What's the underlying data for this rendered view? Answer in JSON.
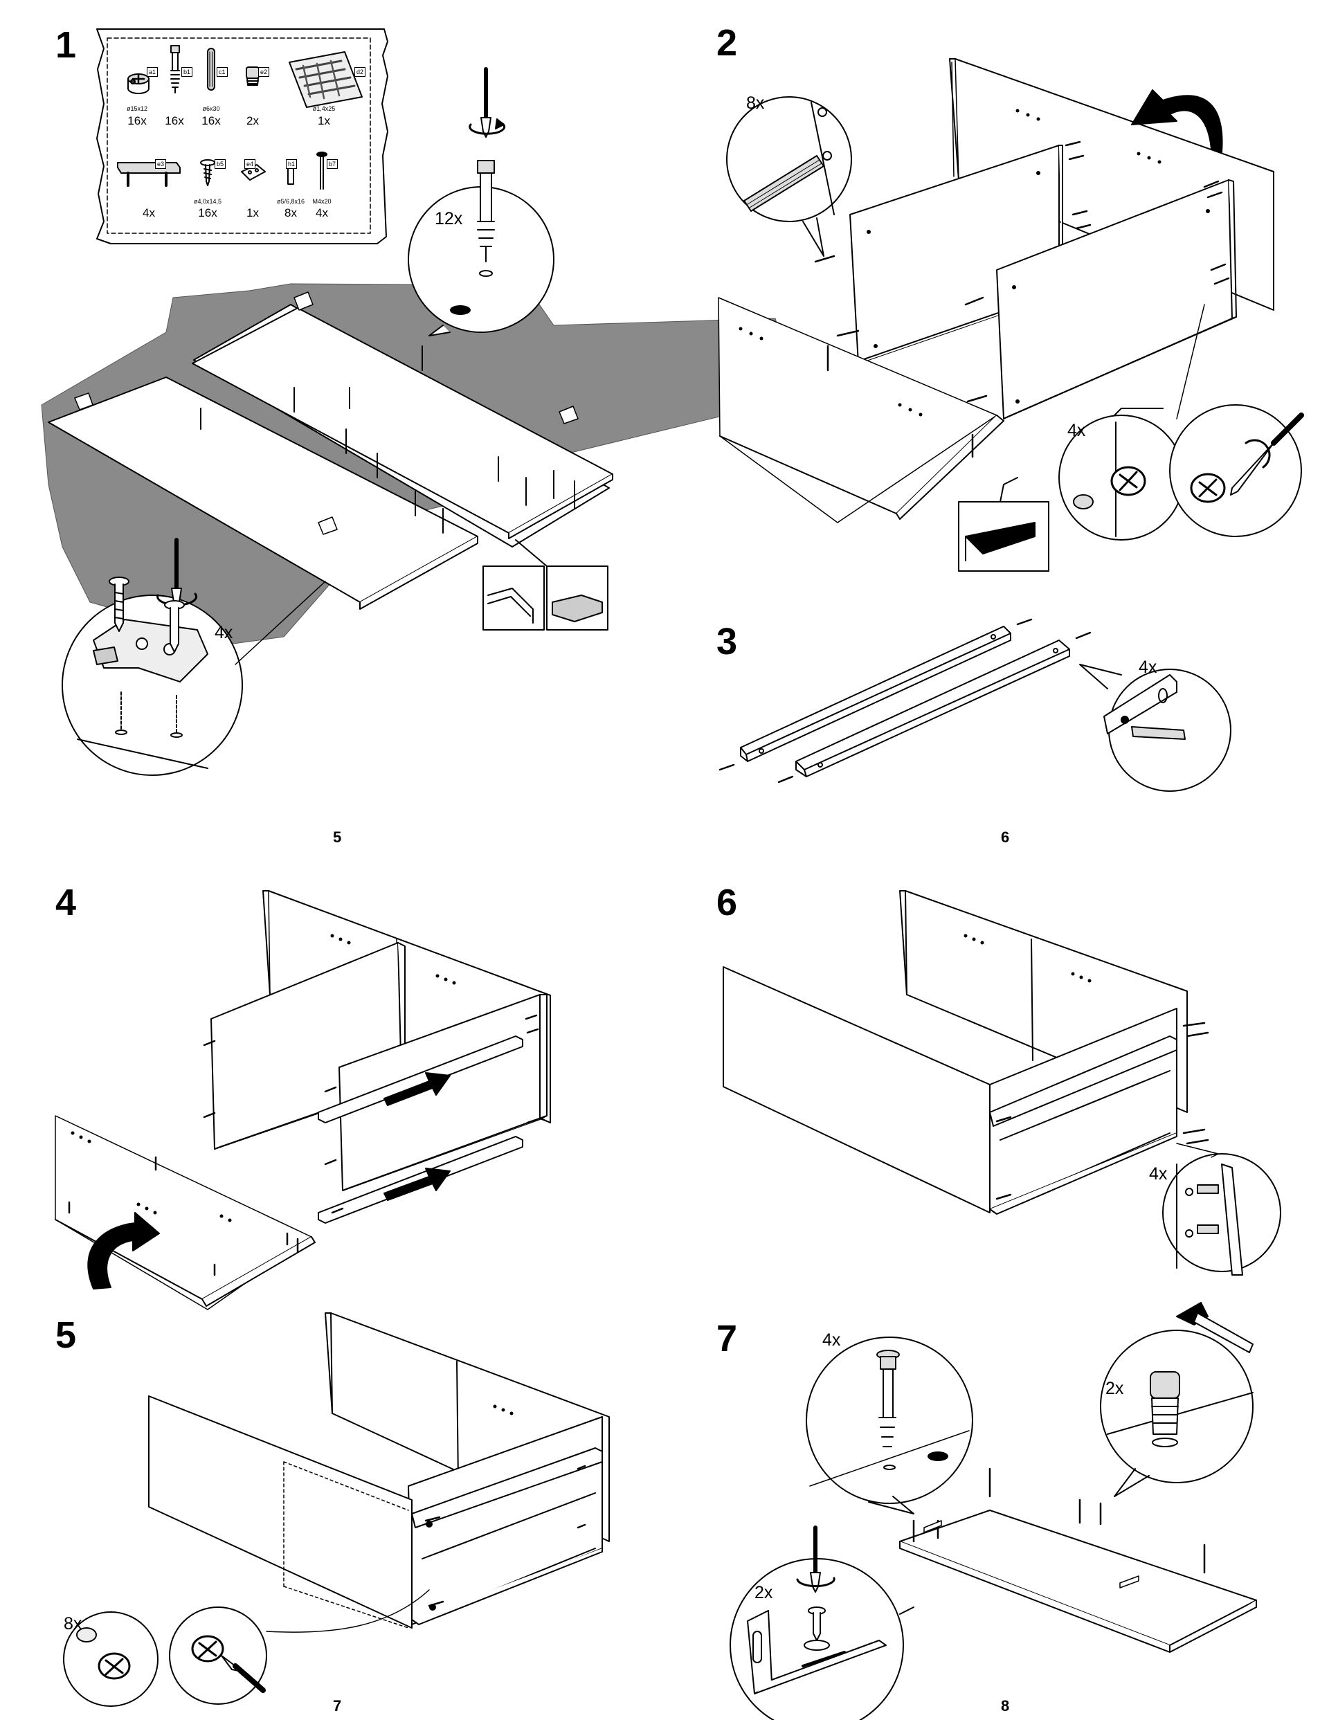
{
  "pages": [
    {
      "number": "5"
    },
    {
      "number": "6"
    },
    {
      "number": "7"
    },
    {
      "number": "8"
    }
  ],
  "steps": [
    {
      "number": "1"
    },
    {
      "number": "2"
    },
    {
      "number": "3"
    },
    {
      "number": "4"
    },
    {
      "number": "5"
    },
    {
      "number": "6"
    },
    {
      "number": "7"
    }
  ],
  "parts": [
    {
      "code": "a1",
      "dimension": "ø15x12",
      "quantity": "16x",
      "icon": "cam-lock-icon"
    },
    {
      "code": "b1",
      "dimension": "",
      "quantity": "16x",
      "icon": "cam-bolt-icon"
    },
    {
      "code": "c1",
      "dimension": "ø6x30",
      "quantity": "16x",
      "icon": "wooden-dowel-icon"
    },
    {
      "code": "e2",
      "dimension": "",
      "quantity": "2x",
      "icon": "plastic-plug-icon"
    },
    {
      "code": "d2",
      "dimension": "ø1,4x25",
      "quantity": "1x",
      "icon": "nail-bag-icon"
    },
    {
      "code": "e3",
      "dimension": "",
      "quantity": "4x",
      "icon": "bracket-icon"
    },
    {
      "code": "b5",
      "dimension": "ø4,0x14,5",
      "quantity": "16x",
      "icon": "screw-icon"
    },
    {
      "code": "e4",
      "dimension": "",
      "quantity": "1x",
      "icon": "plate-icon"
    },
    {
      "code": "h1",
      "dimension": "ø5/6,8x16",
      "quantity": "8x",
      "icon": "anchor-icon"
    },
    {
      "code": "b7",
      "dimension": "M4x20",
      "quantity": "4x",
      "icon": "bolt-icon"
    }
  ],
  "callouts": {
    "s1_hinge": "4x",
    "s1_bolt": "12x",
    "s2_dowel": "8x",
    "s2_cam": "4x",
    "s3_dowel": "4x",
    "s5_cam": "8x",
    "s6_dowel": "4x",
    "s7_bolt": "4x",
    "s7_plug": "2x",
    "s7_bracket": "2x"
  }
}
